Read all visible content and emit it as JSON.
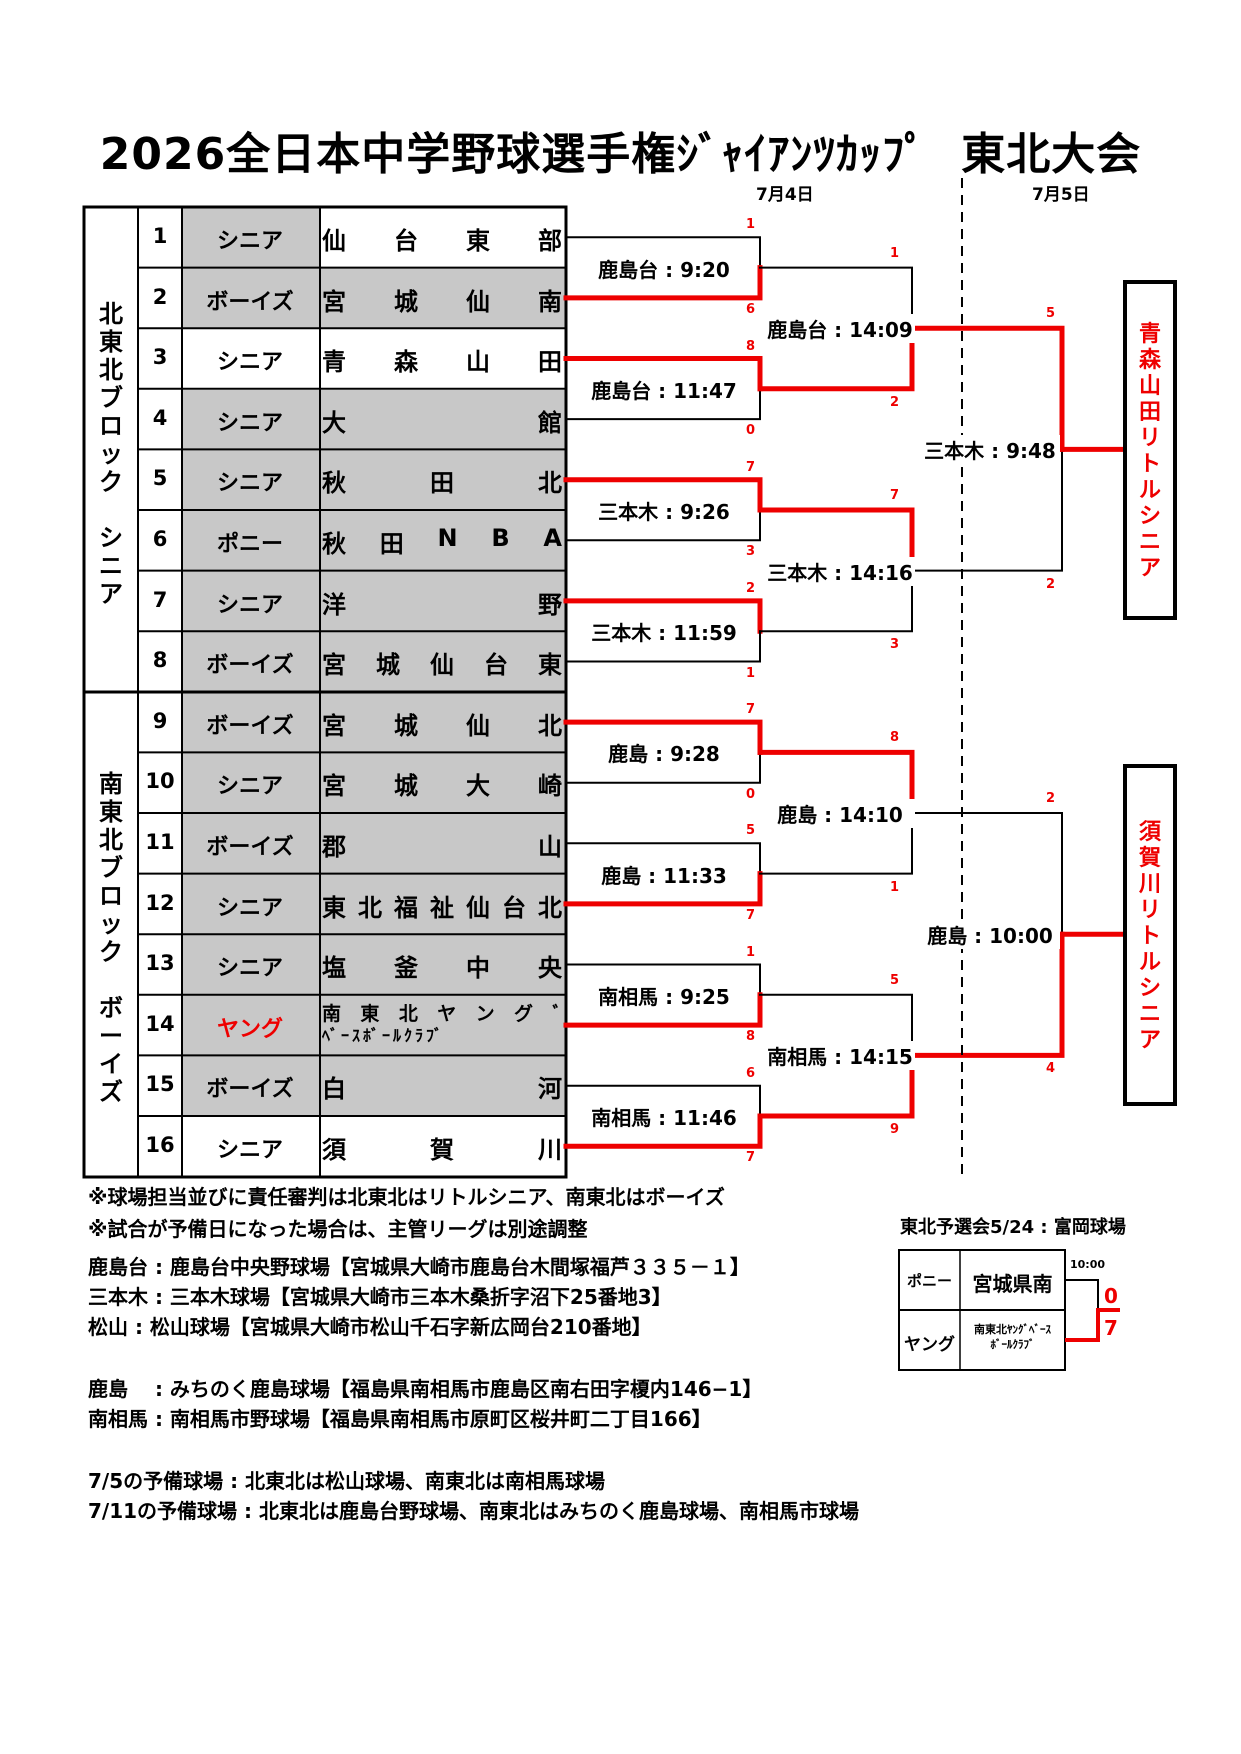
{
  "title": {
    "main": "2026全日本中学野球選手権ｼﾞｬｲｱﾝﾂｶｯﾌﾟ",
    "suffix": "東北大会"
  },
  "dates": {
    "day1": "7月4日",
    "day2": "7月5日"
  },
  "blocks": [
    {
      "label": [
        "北",
        "東",
        "北",
        "ブ",
        "ロ",
        "ッ",
        "ク",
        "",
        "シ",
        "ニ",
        "ア"
      ]
    },
    {
      "label": [
        "南",
        "東",
        "北",
        "ブ",
        "ロ",
        "ッ",
        "ク",
        "",
        "ボ",
        "ー",
        "イ",
        "ズ"
      ]
    }
  ],
  "teams": [
    {
      "no": "1",
      "league": "シニア",
      "name": [
        "仙",
        "台",
        "東",
        "部"
      ]
    },
    {
      "no": "2",
      "league": "ボーイズ",
      "name": [
        "宮",
        "城",
        "仙",
        "南"
      ]
    },
    {
      "no": "3",
      "league": "シニア",
      "name": [
        "青",
        "森",
        "山",
        "田"
      ]
    },
    {
      "no": "4",
      "league": "シニア",
      "name": [
        "大",
        "館"
      ]
    },
    {
      "no": "5",
      "league": "シニア",
      "name": [
        "秋",
        "田",
        "北"
      ]
    },
    {
      "no": "6",
      "league": "ポニー",
      "name": [
        "秋",
        "田",
        "N",
        "B",
        "A"
      ]
    },
    {
      "no": "7",
      "league": "シニア",
      "name": [
        "洋",
        "野"
      ]
    },
    {
      "no": "8",
      "league": "ボーイズ",
      "name": [
        "宮",
        "城",
        "仙",
        "台",
        "東"
      ]
    },
    {
      "no": "9",
      "league": "ボーイズ",
      "name": [
        "宮",
        "城",
        "仙",
        "北"
      ]
    },
    {
      "no": "10",
      "league": "シニア",
      "name": [
        "宮",
        "城",
        "大",
        "崎"
      ]
    },
    {
      "no": "11",
      "league": "ボーイズ",
      "name": [
        "郡",
        "山"
      ]
    },
    {
      "no": "12",
      "league": "シニア",
      "name": [
        "東",
        "北",
        "福",
        "祉",
        "仙",
        "台",
        "北"
      ]
    },
    {
      "no": "13",
      "league": "シニア",
      "name": [
        "塩",
        "釜",
        "中",
        "央"
      ]
    },
    {
      "no": "14",
      "league": "ヤング",
      "name_line1": [
        "南",
        "東",
        "北",
        "ヤ",
        "ン",
        "グ",
        "ﾞ"
      ],
      "name_line2": "ﾍﾞｰｽﾎﾞｰﾙｸﾗﾌﾞ"
    },
    {
      "no": "15",
      "league": "ボーイズ",
      "name": [
        "白",
        "河"
      ]
    },
    {
      "no": "16",
      "league": "シニア",
      "name": [
        "須",
        "賀",
        "川"
      ]
    }
  ],
  "round1": [
    {
      "label": "鹿島台 : 9:20",
      "top": "1",
      "bottom": "6"
    },
    {
      "label": "鹿島台 : 11:47",
      "top": "8",
      "bottom": "0"
    },
    {
      "label": "三本木 : 9:26",
      "top": "7",
      "bottom": "3"
    },
    {
      "label": "三本木 : 11:59",
      "top": "2",
      "bottom": "1"
    },
    {
      "label": "鹿島 : 9:28",
      "top": "7",
      "bottom": "0"
    },
    {
      "label": "鹿島 : 11:33",
      "top": "5",
      "bottom": "7"
    },
    {
      "label": "南相馬 : 9:25",
      "top": "1",
      "bottom": "8"
    },
    {
      "label": "南相馬 : 11:46",
      "top": "6",
      "bottom": "7"
    }
  ],
  "round2": [
    {
      "label": "鹿島台 : 14:09",
      "top": "1",
      "bottom": "2"
    },
    {
      "label": "三本木 : 14:16",
      "top": "7",
      "bottom": "3"
    },
    {
      "label": "鹿島 : 14:10",
      "top": "8",
      "bottom": "1"
    },
    {
      "label": "南相馬 : 14:15",
      "top": "5",
      "bottom": "9"
    }
  ],
  "final": [
    {
      "label": "三本木 : 9:48",
      "top": "5",
      "bottom": "2"
    },
    {
      "label": "鹿島 : 10:00",
      "top": "2",
      "bottom": "4"
    }
  ],
  "champions": [
    {
      "name": [
        "青",
        "森",
        "山",
        "田",
        "リ",
        "ト",
        "ル",
        "シ",
        "ニ",
        "ア"
      ]
    },
    {
      "name": [
        "須",
        "賀",
        "川",
        "リ",
        "ト",
        "ル",
        "シ",
        "ニ",
        "ア"
      ]
    }
  ],
  "notes": {
    "n1": "※球場担当並びに責任審判は北東北はリトルシニア、南東北はボーイズ",
    "n2": "※試合が予備日になった場合は、主管リーグは別途調整",
    "v1": "鹿島台 : 鹿島台中央野球場【宮城県大崎市鹿島台木間塚福芦３３５－１】",
    "v2": "三本木 : 三本木球場【宮城県大崎市三本木桑折字沼下25番地3】",
    "v3": "松山 : 松山球場【宮城県大崎市松山千石字新広岡台210番地】",
    "v4": "鹿島　 : みちのく鹿島球場【福島県南相馬市鹿島区南右田字榎内146−1】",
    "v5": "南相馬 : 南相馬市野球場【福島県南相馬市原町区桜井町二丁目166】",
    "r1": "7/5の予備球場 : 北東北は松山球場、南東北は南相馬球場",
    "r2": "7/11の予備球場 : 北東北は鹿島台野球場、南東北はみちのく鹿島球場、南相馬市球場"
  },
  "prelim": {
    "title": "東北予選会5/24 : 富岡球場",
    "row1_league": "ポニー",
    "row1_team": "宮城県南",
    "row2_league": "ヤング",
    "row2_team_l1": "南東北ﾔﾝｸﾞﾍﾞｰｽ",
    "row2_team_l2": "ﾎﾞｰﾙｸﾗﾌﾞ",
    "time": "10:00",
    "score_top": "0",
    "score_bottom": "7"
  },
  "colors": {
    "win": "#ee0000",
    "shade": "#c8c8c8"
  }
}
